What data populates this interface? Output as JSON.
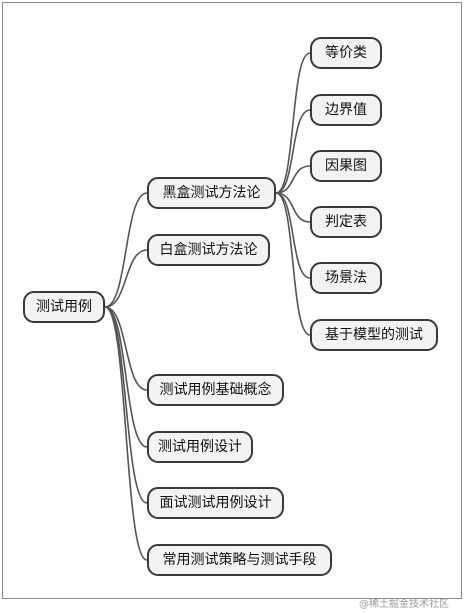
{
  "mindmap": {
    "root": {
      "label": "测试用例"
    },
    "branches": [
      {
        "label": "黑盒测试方法论",
        "children": [
          "等价类",
          "边界值",
          "因果图",
          "判定表",
          "场景法",
          "基于模型的测试"
        ]
      },
      {
        "label": "白盒测试方法论"
      },
      {
        "label": "测试用例基础概念"
      },
      {
        "label": "测试用例设计"
      },
      {
        "label": "面试测试用例设计"
      },
      {
        "label": "常用测试策略与测试手段"
      }
    ]
  },
  "watermark": "@稀土掘金技术社区",
  "colors": {
    "node_fill": "#f3f3f3",
    "node_border": "#3a3a3a",
    "edge": "#555555",
    "frame": "#8a8a8a"
  }
}
